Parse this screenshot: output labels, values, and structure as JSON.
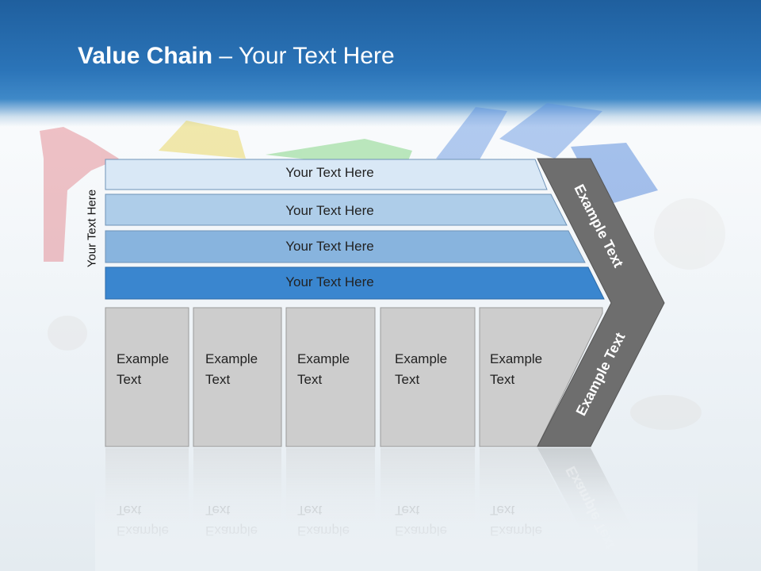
{
  "title": {
    "bold": "Value Chain",
    "rest": " – Your Text Here"
  },
  "side_label": "Your Text Here",
  "bands": [
    {
      "label": "Your Text Here",
      "color": "#d9e8f6"
    },
    {
      "label": "Your Text Here",
      "color": "#aecde9"
    },
    {
      "label": "Your Text Here",
      "color": "#88b4de"
    },
    {
      "label": "Your Text Here",
      "color": "#3a86cf"
    }
  ],
  "boxes": [
    {
      "line1": "Example",
      "line2": "Text"
    },
    {
      "line1": "Example",
      "line2": "Text"
    },
    {
      "line1": "Example",
      "line2": "Text"
    },
    {
      "line1": "Example",
      "line2": "Text"
    },
    {
      "line1": "Example",
      "line2": "Text"
    }
  ],
  "chevron": {
    "upper": "Example Text",
    "lower": "Example Text",
    "color": "#6e6e6e"
  },
  "colors": {
    "header": "#2b74b8",
    "box_fill": "#cdcdcd",
    "box_border": "#9a9a9a"
  }
}
